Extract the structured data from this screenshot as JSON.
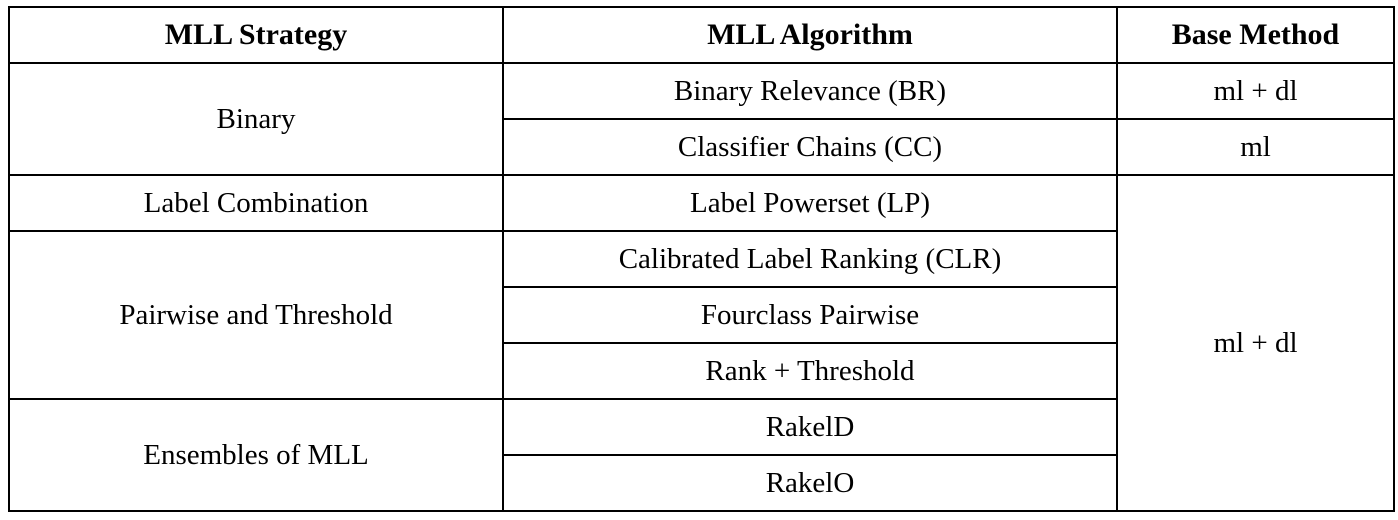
{
  "table": {
    "headers": [
      "MLL Strategy",
      "MLL Algorithm",
      "Base Method"
    ],
    "strategies": {
      "binary": "Binary",
      "label_combination": "Label Combination",
      "pairwise": "Pairwise and Threshold",
      "ensembles": "Ensembles of MLL"
    },
    "algorithms": [
      "Binary Relevance (BR)",
      "Classifier Chains (CC)",
      "Label Powerset (LP)",
      "Calibrated Label Ranking (CLR)",
      "Fourclass Pairwise",
      "Rank + Threshold",
      "RakelD",
      "RakelO"
    ],
    "base_methods": {
      "br": "ml + dl",
      "cc": "ml",
      "rest": "ml + dl"
    }
  }
}
